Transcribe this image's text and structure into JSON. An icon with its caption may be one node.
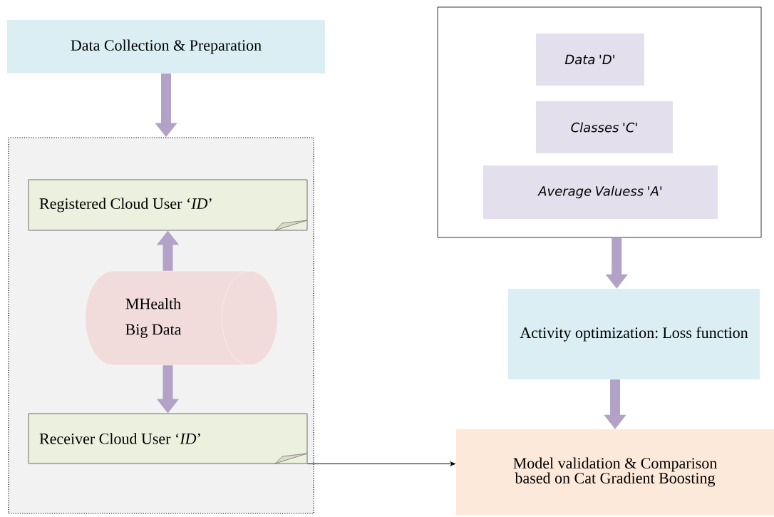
{
  "diagram": {
    "nodes": [
      {
        "text": [
          "Data Collection & Preparation"
        ]
      },
      {
        "text": [],
        "shape": "box"
      },
      {
        "text": [
          "Registered Cloud User ‘*ID*’"
        ],
        "in": 1
      },
      {
        "text": [
          "MHealth Big Data"
        ],
        "in": 1
      },
      {
        "text": [
          "Receiver Cloud User ‘*ID*’"
        ],
        "in": 1
      },
      {
        "text": [],
        "shape": "box"
      },
      {
        "text": [
          "Data 'D'"
        ],
        "in": 5
      },
      {
        "text": [
          "Classes 'C'"
        ],
        "in": 5
      },
      {
        "text": [
          "Average Valuess 'A'"
        ],
        "in": 5
      },
      {
        "text": [
          "Activity optimization: Loss function"
        ]
      },
      {
        "text": [
          "Model validation & Comparison based on Cat Gradient Boosting"
        ]
      }
    ],
    "edges": [
      {
        "from": 0,
        "to": 1,
        "arrow": "to"
      },
      {
        "from": 3,
        "to": 2,
        "arrow": "to"
      },
      {
        "from": 3,
        "to": 4,
        "arrow": "to"
      },
      {
        "from": 5,
        "to": 9,
        "arrow": "to"
      },
      {
        "from": 9,
        "to": 10,
        "arrow": "to"
      },
      {
        "from": 4,
        "to": 10,
        "arrow": "to",
        "color": "#000000"
      }
    ]
  }
}
